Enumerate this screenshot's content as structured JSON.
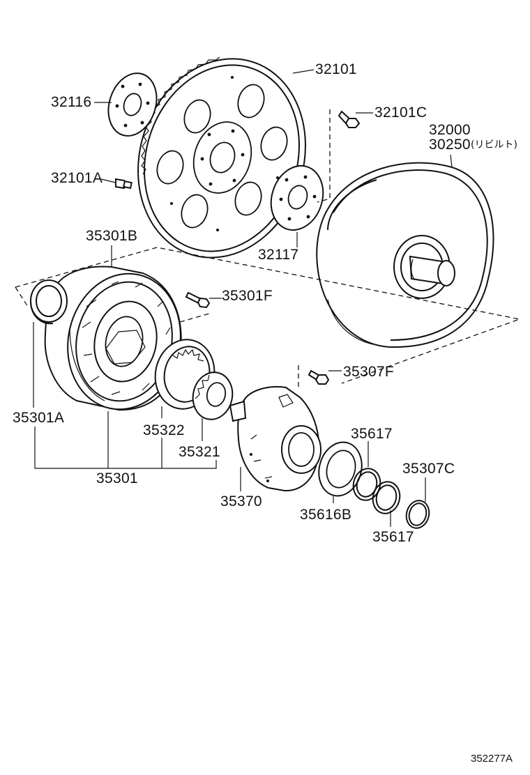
{
  "labels": {
    "p32101": "32101",
    "p32116": "32116",
    "p32101C": "32101C",
    "p32000": "32000",
    "p30250": "30250",
    "p30250_note": "(リビルト)",
    "p32101A": "32101A",
    "p32117": "32117",
    "p35301B": "35301B",
    "p35301F": "35301F",
    "p35307F": "35307F",
    "p35301A": "35301A",
    "p35322": "35322",
    "p35321": "35321",
    "p35617_top": "35617",
    "p35307C": "35307C",
    "p35301": "35301",
    "p35370": "35370",
    "p35616B": "35616B",
    "p35617_bottom": "35617"
  },
  "diagram_code": "352277A"
}
